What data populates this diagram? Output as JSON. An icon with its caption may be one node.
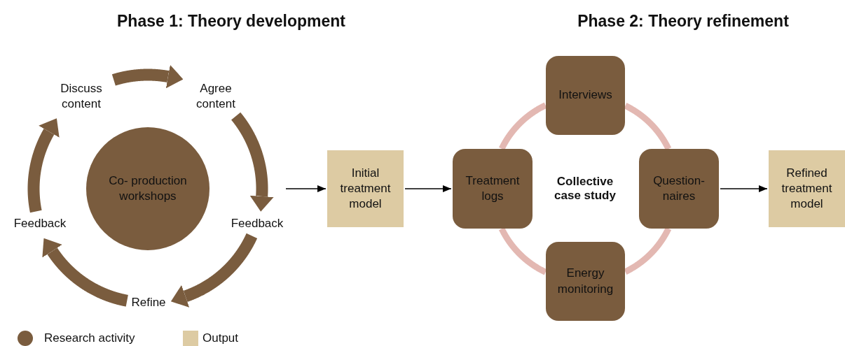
{
  "diagram": {
    "nodes": [
      {
        "text": [
          "Co- production workshops"
        ]
      },
      {
        "text": [
          "Discuss content"
        ]
      },
      {
        "text": [
          "Agree content"
        ]
      },
      {
        "text": [
          "Feedback"
        ]
      },
      {
        "text": [
          "Refine"
        ]
      },
      {
        "text": [
          "Feedback"
        ]
      },
      {
        "text": [
          "Initial treatment model"
        ]
      },
      {
        "text": [
          "Interviews"
        ]
      },
      {
        "text": [
          "Treatment logs"
        ]
      },
      {
        "text": [
          "Question- naires"
        ]
      },
      {
        "text": [
          "Energy monitoring"
        ]
      },
      {
        "text": [
          "Refined treatment model"
        ]
      }
    ],
    "edges": [
      {
        "from": 1,
        "to": 2,
        "arrow": "to",
        "style": "thick",
        "color": "#7a5c3e"
      },
      {
        "from": 2,
        "to": 3,
        "arrow": "to",
        "style": "thick",
        "color": "#7a5c3e"
      },
      {
        "from": 3,
        "to": 4,
        "arrow": "to",
        "style": "thick",
        "color": "#7a5c3e"
      },
      {
        "from": 4,
        "to": 5,
        "arrow": "to",
        "style": "thick",
        "color": "#7a5c3e"
      },
      {
        "from": 5,
        "to": 1,
        "arrow": "to",
        "style": "thick",
        "color": "#7a5c3e"
      },
      {
        "from": null,
        "to": 6,
        "arrow": "to",
        "color": "#000000"
      },
      {
        "from": 6,
        "to": 8,
        "arrow": "to",
        "color": "#000000"
      },
      {
        "from": 9,
        "to": 11,
        "arrow": "to",
        "color": "#000000"
      },
      {
        "from": 7,
        "to": 9,
        "arrow": "none",
        "color": "#e3b8b2"
      },
      {
        "from": 9,
        "to": 10,
        "arrow": "none",
        "color": "#e3b8b2"
      },
      {
        "from": 10,
        "to": 8,
        "arrow": "none",
        "color": "#e3b8b2"
      },
      {
        "from": 8,
        "to": 7,
        "arrow": "none",
        "color": "#e3b8b2"
      }
    ],
    "labels": [
      "Phase 1: Theory development",
      "Phase 2: Theory refinement",
      "Collective case study"
    ],
    "legend": [
      {
        "text": "Research activity",
        "color": "#7a5c3e"
      },
      {
        "text": "Output",
        "color": "#ddcba3"
      }
    ]
  }
}
